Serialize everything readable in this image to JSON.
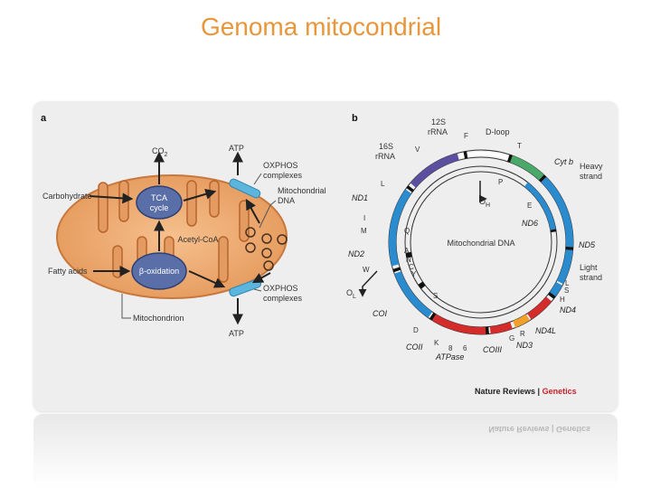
{
  "title": "Genoma mitocondrial",
  "panel_a": {
    "letter": "a",
    "co2": "CO",
    "co2_sub": "2",
    "atp_top": "ATP",
    "atp_bottom": "ATP",
    "carbohydrate": "Carbohydrate",
    "fatty_acids": "Fatty acids",
    "tca_line1": "TCA",
    "tca_line2": "cycle",
    "acetyl_coa": "Acetyl-CoA",
    "beta_oxidation": "β-oxidation",
    "oxphos_top_line1": "OXPHOS",
    "oxphos_top_line2": "complexes",
    "oxphos_bottom_line1": "OXPHOS",
    "oxphos_bottom_line2": "complexes",
    "mito_dna_line1": "Mitochondrial",
    "mito_dna_line2": "DNA",
    "mitochondrion": "Mitochondrion"
  },
  "panel_b": {
    "letter": "b",
    "center": "Mitochondrial DNA",
    "d_loop": "D-loop",
    "rrna12_line1": "12S",
    "rrna12_line2": "rRNA",
    "rrna16_line1": "16S",
    "rrna16_line2": "rRNA",
    "heavy_line1": "Heavy",
    "heavy_line2": "strand",
    "light_line1": "Light",
    "light_line2": "strand",
    "oh": "O",
    "oh_sub": "H",
    "ol": "O",
    "ol_sub": "L",
    "atpase": "ATPase",
    "genes": {
      "cytb": "Cyt b",
      "nd1": "ND1",
      "nd2": "ND2",
      "nd5": "ND5",
      "nd6": "ND6",
      "nd4": "ND4",
      "nd4l": "ND4L",
      "nd3": "ND3",
      "coi": "COI",
      "coii": "COII",
      "coiii": "COIII"
    },
    "trna": {
      "f": "F",
      "t": "T",
      "v": "V",
      "p": "P",
      "l1": "L",
      "e": "E",
      "i": "I",
      "q": "Q",
      "m": "M",
      "a": "A",
      "n": "N",
      "c": "C",
      "y": "Y",
      "w": "W",
      "s1": "S",
      "l2": "L",
      "s2": "S",
      "h": "H",
      "d": "D",
      "k": "K",
      "g": "G",
      "r": "R",
      "a8": "8",
      "a6": "6"
    }
  },
  "credit_journal": "Nature Reviews",
  "credit_sep": " | ",
  "credit_section": "Genetics",
  "reflection_text": "Nature Reviews | Genetics"
}
